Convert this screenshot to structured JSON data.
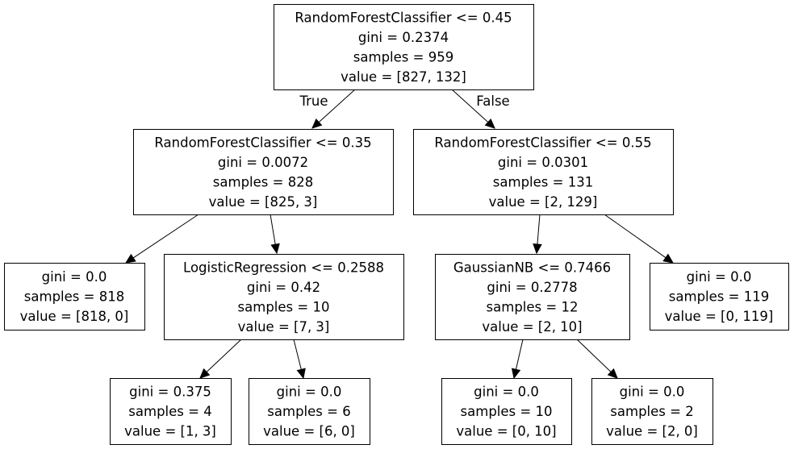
{
  "tree": {
    "nodes": [
      {
        "id": "n0",
        "lines": [
          "RandomForestClassifier <= 0.45",
          "gini = 0.2374",
          "samples = 959",
          "value = [827, 132]"
        ]
      },
      {
        "id": "n1",
        "lines": [
          "RandomForestClassifier <= 0.35",
          "gini = 0.0072",
          "samples = 828",
          "value = [825, 3]"
        ]
      },
      {
        "id": "n2",
        "lines": [
          "RandomForestClassifier <= 0.55",
          "gini = 0.0301",
          "samples = 131",
          "value = [2, 129]"
        ]
      },
      {
        "id": "n3",
        "lines": [
          "gini = 0.0",
          "samples = 818",
          "value = [818, 0]"
        ]
      },
      {
        "id": "n4",
        "lines": [
          "LogisticRegression <= 0.2588",
          "gini = 0.42",
          "samples = 10",
          "value = [7, 3]"
        ]
      },
      {
        "id": "n5",
        "lines": [
          "GaussianNB <= 0.7466",
          "gini = 0.2778",
          "samples = 12",
          "value = [2, 10]"
        ]
      },
      {
        "id": "n6",
        "lines": [
          "gini = 0.0",
          "samples = 119",
          "value = [0, 119]"
        ]
      },
      {
        "id": "n7",
        "lines": [
          "gini = 0.375",
          "samples = 4",
          "value = [1, 3]"
        ]
      },
      {
        "id": "n8",
        "lines": [
          "gini = 0.0",
          "samples = 6",
          "value = [6, 0]"
        ]
      },
      {
        "id": "n9",
        "lines": [
          "gini = 0.0",
          "samples = 10",
          "value = [0, 10]"
        ]
      },
      {
        "id": "n10",
        "lines": [
          "gini = 0.0",
          "samples = 2",
          "value = [2, 0]"
        ]
      }
    ],
    "edges": [
      {
        "from": "n0",
        "to": "n1",
        "label": "True"
      },
      {
        "from": "n0",
        "to": "n2",
        "label": "False"
      },
      {
        "from": "n1",
        "to": "n3",
        "label": ""
      },
      {
        "from": "n1",
        "to": "n4",
        "label": ""
      },
      {
        "from": "n2",
        "to": "n5",
        "label": ""
      },
      {
        "from": "n2",
        "to": "n6",
        "label": ""
      },
      {
        "from": "n4",
        "to": "n7",
        "label": ""
      },
      {
        "from": "n4",
        "to": "n8",
        "label": ""
      },
      {
        "from": "n5",
        "to": "n9",
        "label": ""
      },
      {
        "from": "n5",
        "to": "n10",
        "label": ""
      }
    ]
  }
}
